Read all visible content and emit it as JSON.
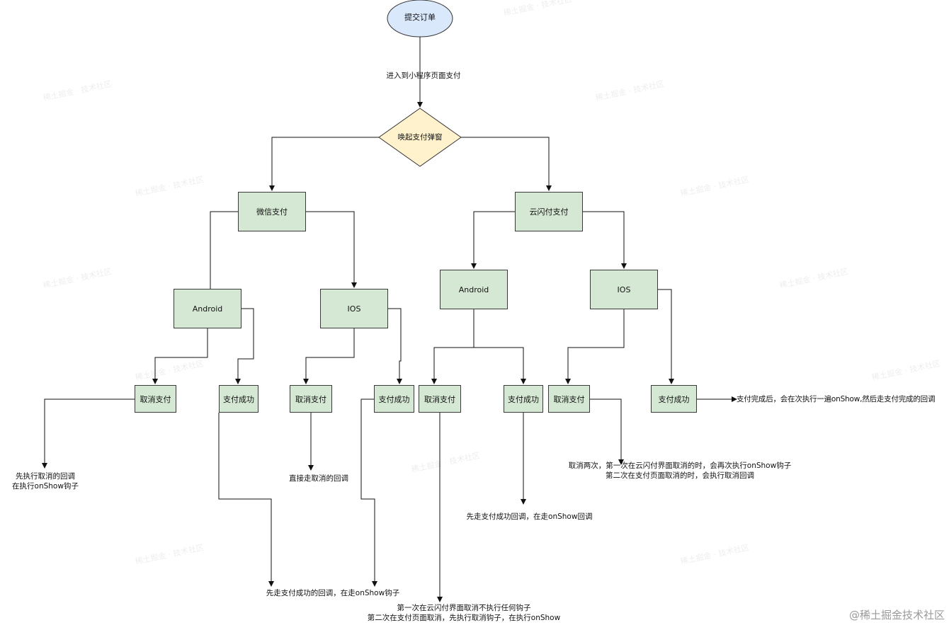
{
  "nodes": {
    "start": "提交订单",
    "decision": "唤起支付弹窗",
    "wechat": "微信支付",
    "unionpay": "云闪付支付",
    "wx_android": "Android",
    "wx_ios": "IOS",
    "up_android": "Android",
    "up_ios": "IOS",
    "wx_android_cancel": "取消支付",
    "wx_android_success": "支付成功",
    "wx_ios_cancel": "取消支付",
    "wx_ios_success": "支付成功",
    "up_android_cancel": "取消支付",
    "up_android_success": "支付成功",
    "up_ios_cancel": "取消支付",
    "up_ios_success": "支付成功"
  },
  "edge_labels": {
    "enter": "进入到小程序页面支付"
  },
  "notes": {
    "wx_android_cancel_1": "先执行取消的回调",
    "wx_android_cancel_2": "在执行onShow钩子",
    "wx_ios_cancel": "直接走取消的回调",
    "wx_success": "先走支付成功的回调，在走onShow钩子",
    "up_android_cancel_1": "第一次在云闪付界面取消不执行任何钩子",
    "up_android_cancel_2": "第二次在支付页面取消，先执行取消钩子，在执行onShow",
    "up_android_success": "先走支付成功回调，在走onShow回调",
    "up_ios_cancel_1": "取消两次，第一次在云闪付界面取消的时，会再次执行onShow钩子",
    "up_ios_cancel_2": "第二次在支付页面取消的时，会执行取消回调",
    "up_ios_success": "支付完成后，会在次执行一遍onShow,然后走支付完成的回调"
  },
  "watermark": "@稀土掘金技术社区",
  "colors": {
    "start_fill": "#dae8fc",
    "decision_fill": "#fff2cc",
    "box_fill": "#d5e8d4",
    "line": "#111111"
  }
}
